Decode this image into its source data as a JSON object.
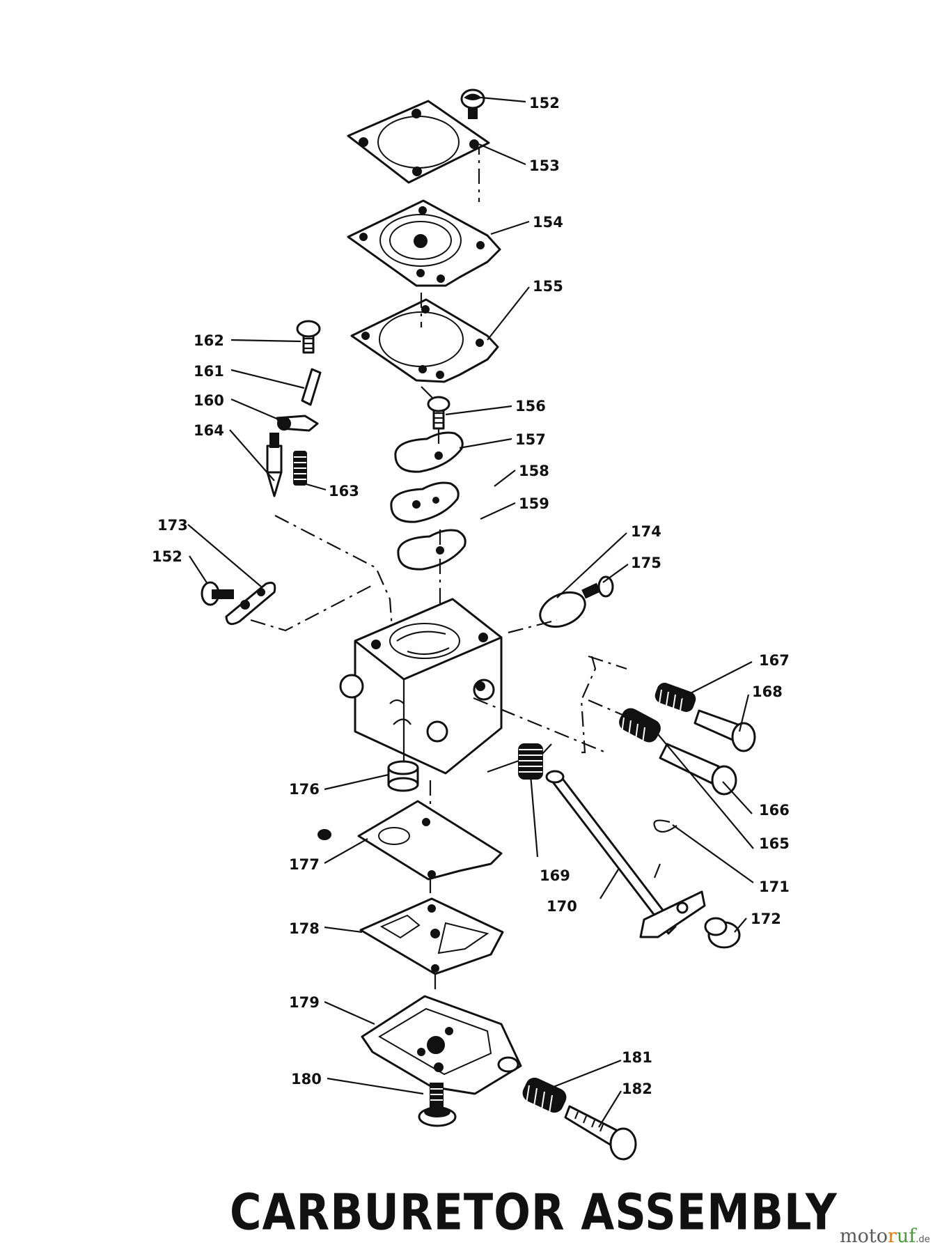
{
  "title": "CARBURETOR ASSEMBLY",
  "watermark": {
    "part1": "moto",
    "part2": "r",
    "part3": "uf",
    "suffix": ".de"
  },
  "colors": {
    "ink": "#111111",
    "paper": "#ffffff",
    "watermark_gray": "#5a5a5a",
    "watermark_orange": "#e07a10",
    "watermark_green": "#4a9a3a"
  },
  "callouts": {
    "c152a": "152",
    "c153": "153",
    "c154": "154",
    "c155": "155",
    "c156": "156",
    "c157": "157",
    "c158": "158",
    "c159": "159",
    "c160": "160",
    "c161": "161",
    "c162": "162",
    "c163": "163",
    "c164": "164",
    "c152b": "152",
    "c173": "173",
    "c174": "174",
    "c175": "175",
    "c165": "165",
    "c166": "166",
    "c167": "167",
    "c168": "168",
    "c169": "169",
    "c170": "170",
    "c171": "171",
    "c172": "172",
    "c176": "176",
    "c177": "177",
    "c178": "178",
    "c179": "179",
    "c180": "180",
    "c181": "181",
    "c182": "182"
  }
}
